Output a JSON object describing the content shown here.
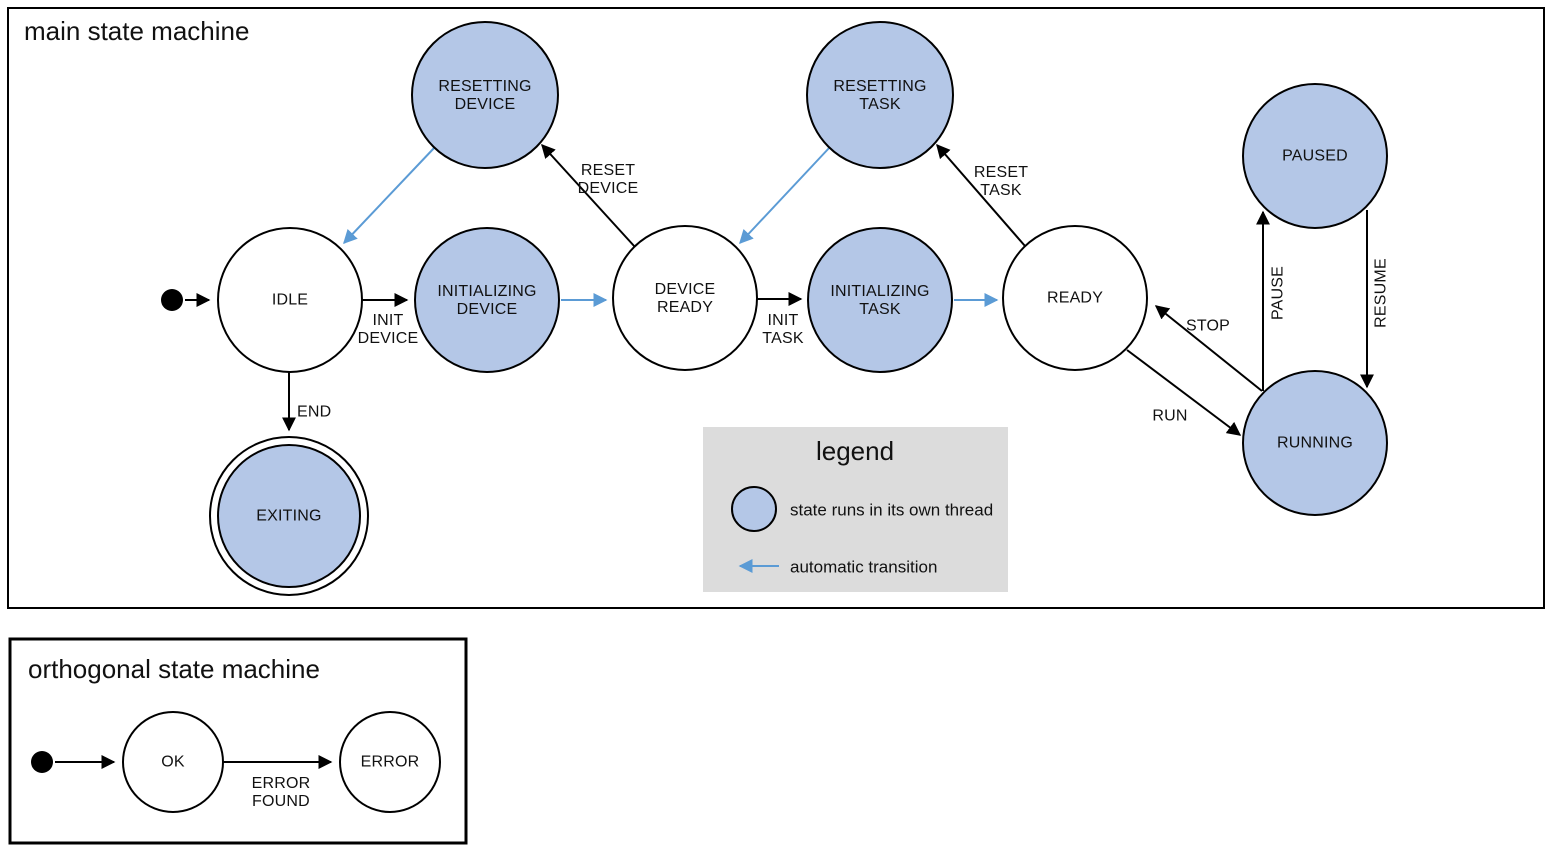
{
  "colors": {
    "thread_fill": "#b4c7e7",
    "auto_arrow": "#5b9bd5",
    "legend_bg": "#dcdcdc",
    "stroke": "#000000"
  },
  "main_machine": {
    "title": "main state machine",
    "states": {
      "idle": {
        "label": "IDLE"
      },
      "resetting_device": {
        "line1": "RESETTING",
        "line2": "DEVICE"
      },
      "initializing_device": {
        "line1": "INITIALIZING",
        "line2": "DEVICE"
      },
      "device_ready": {
        "line1": "DEVICE",
        "line2": "READY"
      },
      "resetting_task": {
        "line1": "RESETTING",
        "line2": "TASK"
      },
      "initializing_task": {
        "line1": "INITIALIZING",
        "line2": "TASK"
      },
      "ready": {
        "label": "READY"
      },
      "paused": {
        "label": "PAUSED"
      },
      "running": {
        "label": "RUNNING"
      },
      "exiting": {
        "label": "EXITING"
      }
    },
    "transitions": {
      "init_device": {
        "line1": "INIT",
        "line2": "DEVICE"
      },
      "reset_device": {
        "line1": "RESET",
        "line2": "DEVICE"
      },
      "init_task": {
        "line1": "INIT",
        "line2": "TASK"
      },
      "reset_task": {
        "line1": "RESET",
        "line2": "TASK"
      },
      "end": {
        "label": "END"
      },
      "run": {
        "label": "RUN"
      },
      "stop": {
        "label": "STOP"
      },
      "pause": {
        "label": "PAUSE"
      },
      "resume": {
        "label": "RESUME"
      }
    }
  },
  "legend": {
    "title": "legend",
    "thread_item": "state runs in its own thread",
    "auto_item": "automatic transition"
  },
  "orthogonal_machine": {
    "title": "orthogonal state machine",
    "states": {
      "ok": {
        "label": "OK"
      },
      "error": {
        "label": "ERROR"
      }
    },
    "transitions": {
      "error_found": {
        "line1": "ERROR",
        "line2": "FOUND"
      }
    }
  }
}
